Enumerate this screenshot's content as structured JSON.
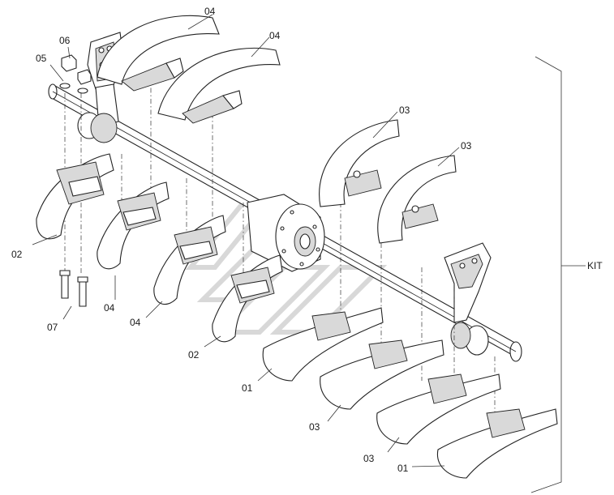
{
  "labels": {
    "kit": "KIT",
    "p01a": "01",
    "p01b": "01",
    "p02a": "02",
    "p02b": "02",
    "p03a": "03",
    "p03b": "03",
    "p03c": "03",
    "p03d": "03",
    "p04a": "04",
    "p04b": "04",
    "p04c": "04",
    "p04d": "04",
    "p05": "05",
    "p06": "06",
    "p07": "07"
  },
  "icons": {
    "watermark": "watermark-logo-icon"
  }
}
